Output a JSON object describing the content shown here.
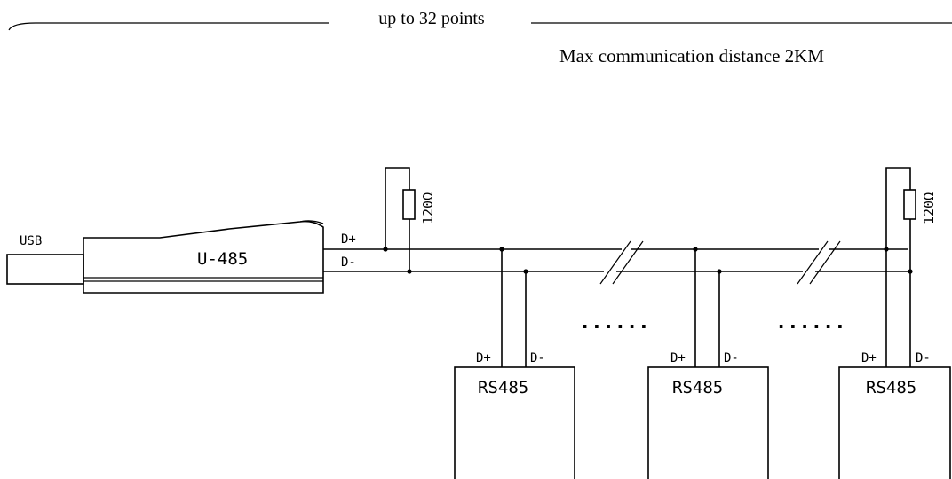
{
  "header": {
    "span_label": "up to 32 points",
    "distance_label": "Max communication distance 2KM"
  },
  "usb_adapter": {
    "usb_label": "USB",
    "device_label": "U-485"
  },
  "bus": {
    "dplus_label": "D+",
    "dminus_label": "D-",
    "resistor_label": "120Ω",
    "ellipsis": "......"
  },
  "devices": [
    {
      "label": "RS485",
      "dplus": "D+",
      "dminus": "D-"
    },
    {
      "label": "RS485",
      "dplus": "D+",
      "dminus": "D-"
    },
    {
      "label": "RS485",
      "dplus": "D+",
      "dminus": "D-"
    }
  ]
}
